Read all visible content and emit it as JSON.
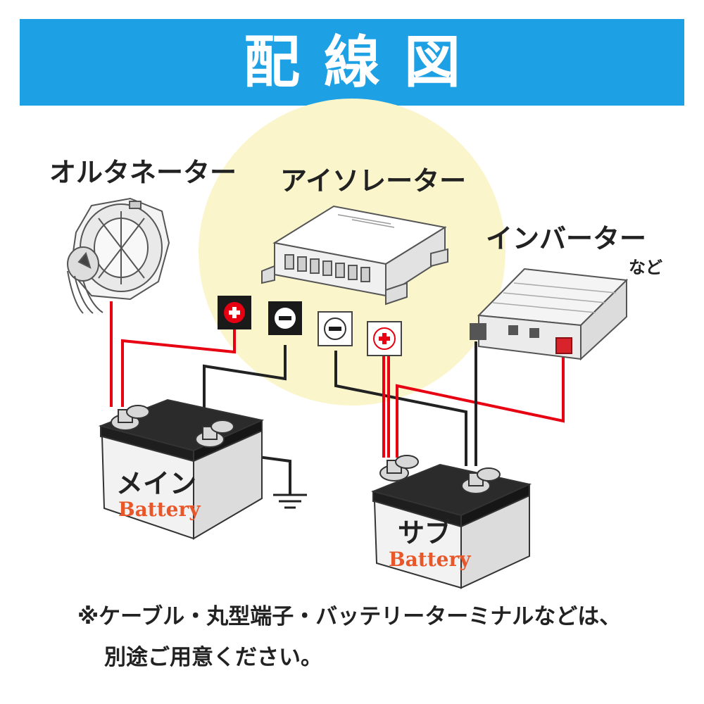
{
  "header": {
    "title": "配線図"
  },
  "colors": {
    "banner": "#1ea0e4",
    "highlight": "#fbf5cc",
    "wire_positive": "#e60012",
    "wire_negative": "#222222",
    "battery_brand": "#e8572a"
  },
  "components": {
    "alternator": {
      "label": "オルタネーター"
    },
    "isolator": {
      "label": "アイソレーター"
    },
    "inverter": {
      "label": "インバーター",
      "sublabel": "など"
    },
    "main_battery": {
      "label": "メイン",
      "brand": "Battery"
    },
    "sub_battery": {
      "label": "サブ",
      "brand": "Battery"
    }
  },
  "terminals": [
    {
      "symbol": "+",
      "style": "dark"
    },
    {
      "symbol": "−",
      "style": "dark"
    },
    {
      "symbol": "−",
      "style": "light"
    },
    {
      "symbol": "+",
      "style": "light"
    }
  ],
  "icons": [
    "plus-terminal-icon",
    "minus-terminal-icon",
    "ground-icon",
    "alternator-icon",
    "isolator-icon",
    "inverter-icon",
    "battery-icon"
  ],
  "note": {
    "line1": "※ケーブル・丸型端子・バッテリーターミナルなどは、",
    "line2": "別途ご用意ください。"
  }
}
